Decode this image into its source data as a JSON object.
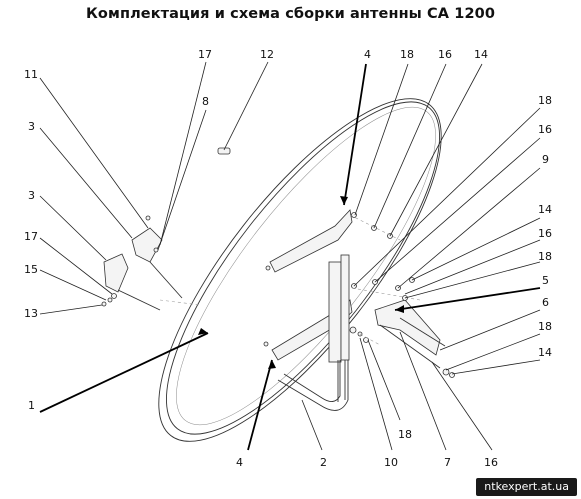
{
  "title": "Комплектация и схема сборки антенны СА 1200",
  "watermark": "ntkexpert.at.ua",
  "labels": [
    {
      "id": "11",
      "text": "11"
    },
    {
      "id": "3a",
      "text": "3"
    },
    {
      "id": "3b",
      "text": "3"
    },
    {
      "id": "17a",
      "text": "17"
    },
    {
      "id": "15",
      "text": "15"
    },
    {
      "id": "13",
      "text": "13"
    },
    {
      "id": "1",
      "text": "1"
    },
    {
      "id": "17b",
      "text": "17"
    },
    {
      "id": "8",
      "text": "8"
    },
    {
      "id": "12",
      "text": "12"
    },
    {
      "id": "4a",
      "text": "4"
    },
    {
      "id": "18a",
      "text": "18"
    },
    {
      "id": "16a",
      "text": "16"
    },
    {
      "id": "14a",
      "text": "14"
    },
    {
      "id": "18b",
      "text": "18"
    },
    {
      "id": "16b",
      "text": "16"
    },
    {
      "id": "9",
      "text": "9"
    },
    {
      "id": "14b",
      "text": "14"
    },
    {
      "id": "16c",
      "text": "16"
    },
    {
      "id": "18c",
      "text": "18"
    },
    {
      "id": "5",
      "text": "5"
    },
    {
      "id": "6",
      "text": "6"
    },
    {
      "id": "18d",
      "text": "18"
    },
    {
      "id": "14c",
      "text": "14"
    },
    {
      "id": "16d",
      "text": "16"
    },
    {
      "id": "7",
      "text": "7"
    },
    {
      "id": "10",
      "text": "10"
    },
    {
      "id": "18e",
      "text": "18"
    },
    {
      "id": "2",
      "text": "2"
    },
    {
      "id": "4b",
      "text": "4"
    }
  ]
}
